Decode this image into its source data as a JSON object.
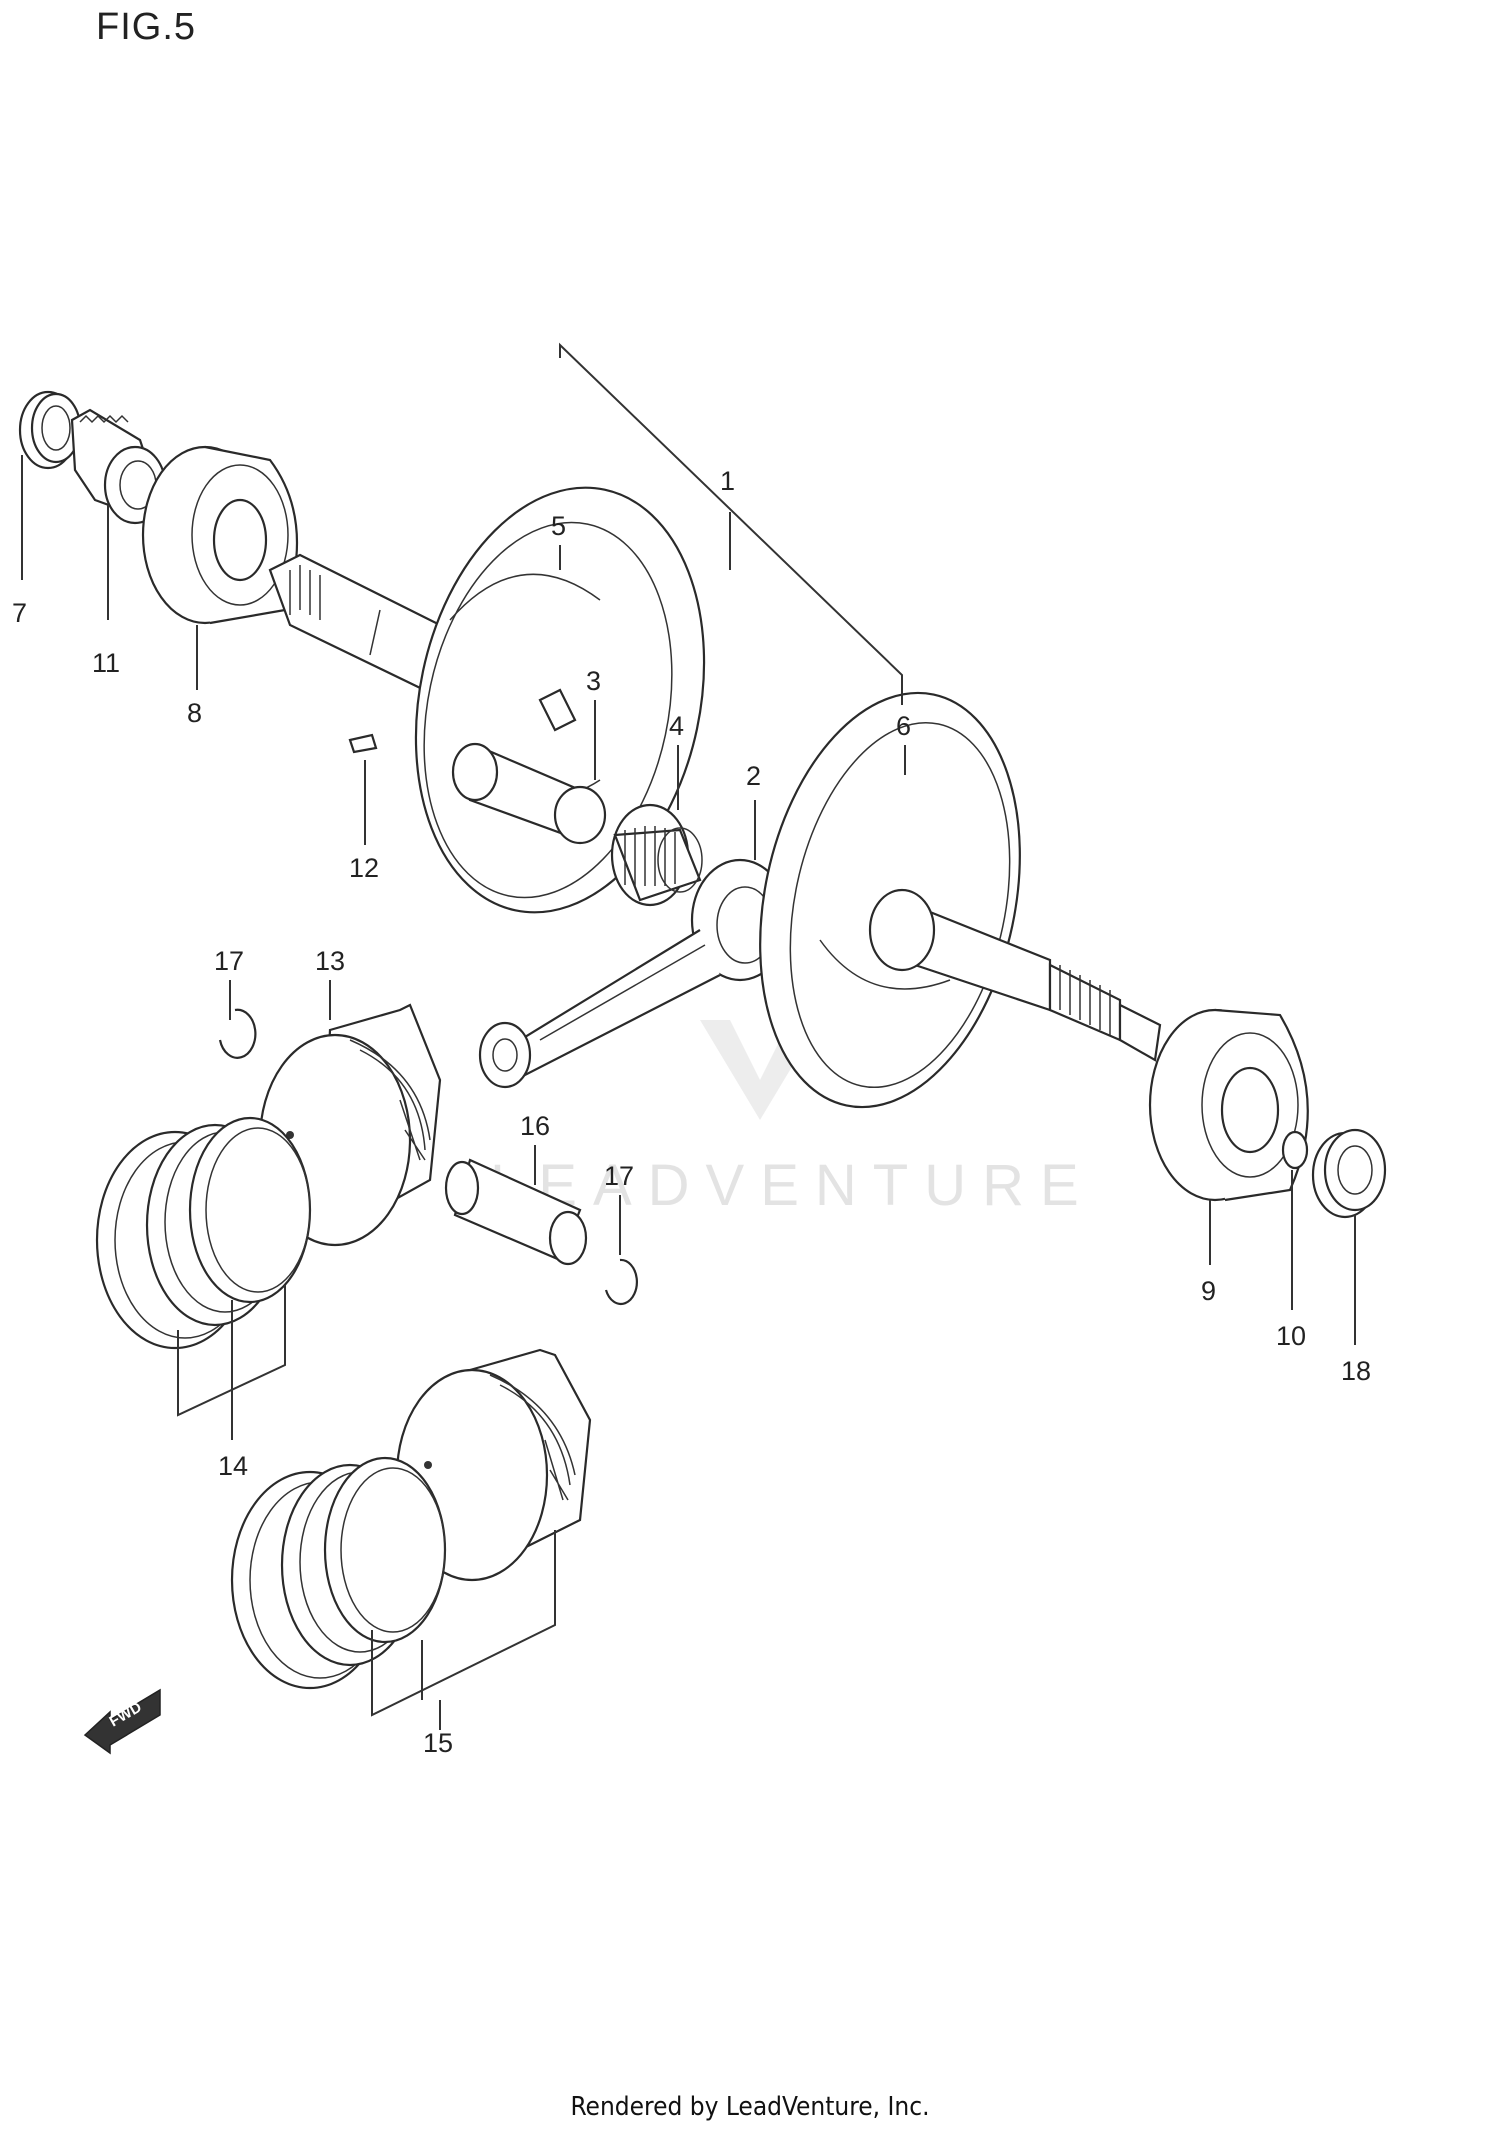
{
  "title": "FIG.5",
  "footer": "Rendered by LeadVenture, Inc.",
  "watermark": "LEADVENTURE",
  "fwd_label": "FWD",
  "callouts": {
    "c1": "1",
    "c2": "2",
    "c3": "3",
    "c4": "4",
    "c5": "5",
    "c6": "6",
    "c7": "7",
    "c8": "8",
    "c9": "9",
    "c10": "10",
    "c11": "11",
    "c12": "12",
    "c13": "13",
    "c14": "14",
    "c15": "15",
    "c16": "16",
    "c17a": "17",
    "c17b": "17",
    "c18": "18"
  }
}
